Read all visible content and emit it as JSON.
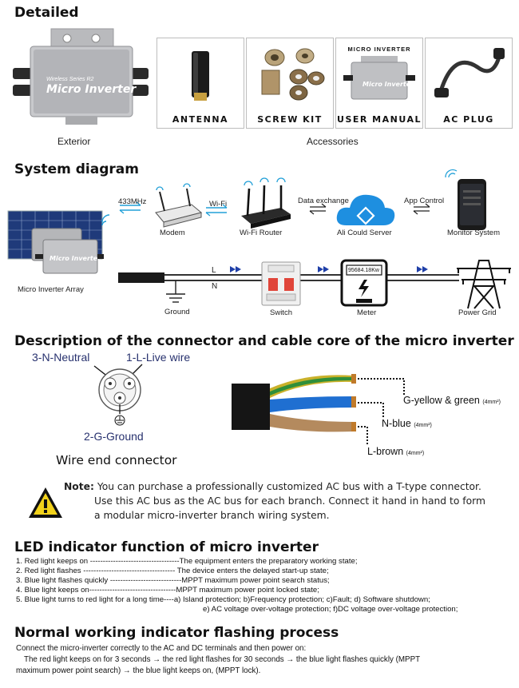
{
  "detailed": {
    "title": "Detailed",
    "exterior_caption": "Exterior",
    "accessories_caption": "Accessories",
    "inverter_label_small": "Wireless Series R2",
    "inverter_label": "Micro Inverter",
    "cards": [
      {
        "name": "antenna",
        "label": "ANTENNA"
      },
      {
        "name": "screw-kit",
        "label": "SCREW KIT"
      },
      {
        "name": "user-manual",
        "label": "USER MANUAL",
        "top_text": "MICRO INVERTER"
      },
      {
        "name": "ac-plug",
        "label": "AC PLUG"
      }
    ]
  },
  "system": {
    "title": "System diagram",
    "freq_label": "433MHz",
    "wifi_label": "Wi-Fi",
    "data_exchange_label": "Data exchange",
    "app_control_label": "App Control",
    "modem_label": "Modem",
    "router_label": "Wi-Fi Router",
    "cloud_label": "Ali Could Server",
    "monitor_label": "Monitor System",
    "array_label": "Micro Inverter Array",
    "line_l": "L",
    "line_n": "N",
    "ground_label": "Ground",
    "switch_label": "Switch",
    "meter_label": "Meter",
    "meter_reading": "95684.18Kw",
    "grid_label": "Power Grid"
  },
  "connector": {
    "title": "Description of the connector and cable core of the micro inverter",
    "neutral_label": "3-N-Neutral",
    "live_label": "1-L-Live wire",
    "ground_label": "2-G-Ground",
    "wire_end_label": "Wire end connector",
    "g_label": "G-yellow & green",
    "g_size": "(4mm²)",
    "n_label": "N-blue",
    "n_size": "(4mm²)",
    "l_label": "L-brown",
    "l_size": "(4mm²)"
  },
  "note": {
    "label": "Note:",
    "line1": "You can purchase a professionally customized AC bus with a T-type connector.",
    "line2": "Use this AC bus as the AC bus for each branch. Connect it hand in hand to form",
    "line3": "a modular micro-inverter branch wiring system."
  },
  "led": {
    "title": "LED indicator function of micro inverter",
    "rows": [
      "1. Red light keeps on -----------------------------------The equipment enters the preparatory working state;",
      "2. Red light flashes ------------------------------------ The device enters the delayed start-up state;",
      "3. Blue light flashes quickly ----------------------------MPPT maximum power point search status;",
      "4. Blue light keeps on----------------------------------MPPT maximum power point locked state;",
      "5. Blue light turns to red light for a long time----a) Island protection;  b)Frequency protection; c)Fault; d) Software shutdown;",
      "e) AC voltage over-voltage protection;  f)DC voltage over-voltage protection;"
    ]
  },
  "normal": {
    "title": "Normal working indicator flashing process",
    "line1": "Connect the micro-inverter correctly to the AC and DC terminals and then power on:",
    "line2": "The red light keeps on for 3 seconds → the red light flashes for 30 seconds → the blue light flashes quickly (MPPT",
    "line3": "maximum power point search) → the blue light keeps on, (MPPT lock)."
  },
  "colors": {
    "navy": "#27316e",
    "blue_arrow": "#1f3fa8",
    "cloud_blue": "#1e8fe0",
    "switch_red": "#e0453a",
    "cable_yellow": "#c9b12a",
    "cable_green": "#2f8f3a",
    "cable_blue": "#1f6fd1",
    "cable_brown": "#b48a5e"
  }
}
